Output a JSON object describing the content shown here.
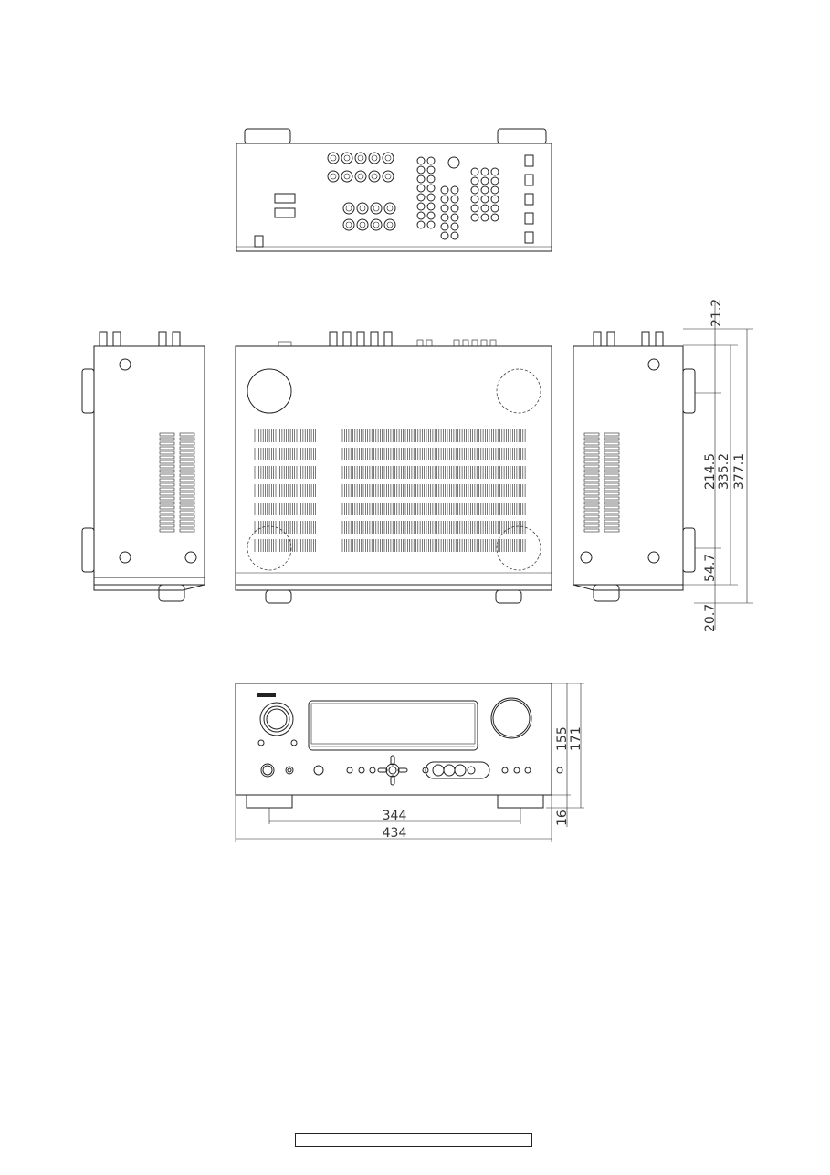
{
  "drawing": {
    "views": [
      "rear-view",
      "top-view",
      "left-side-view",
      "right-side-view",
      "front-view"
    ],
    "dimensions": {
      "front_foot_spacing": "344",
      "front_width": "434",
      "front_body_height": "155",
      "front_total_height": "171",
      "front_foot_height": "16",
      "side_top_protrusion": "21.2",
      "side_foot_offset": "214.5",
      "side_body_depth": "335.2",
      "side_total_depth": "377.1",
      "side_front_foot": "54.7",
      "side_front_protrusion": "20.7"
    },
    "line_color": "#222222"
  }
}
